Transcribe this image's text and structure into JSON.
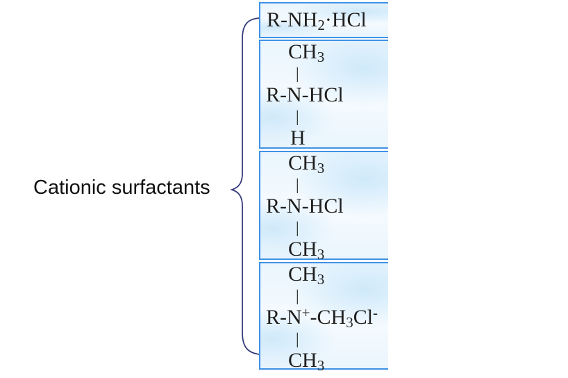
{
  "label": {
    "text": "Cationic surfactants"
  },
  "colors": {
    "background": "#ffffff",
    "box_border": "#3f92e6",
    "box_fill_base": "#eaf5fd",
    "box_fill_accent": "#cfe9fa",
    "brace_color": "#343a7b",
    "formula_text": "#1f1f1f",
    "label_text": "#101010"
  },
  "icons": {
    "brace": "left-curly-brace"
  },
  "boxes": [
    {
      "lines": [
        [
          {
            "t": "R-NH"
          },
          {
            "t": "2",
            "s": "sub"
          },
          {
            "t": "·HCl"
          }
        ]
      ]
    },
    {
      "lines": [
        [
          {
            "t": "CH"
          },
          {
            "t": "3",
            "s": "sub"
          }
        ],
        [
          {
            "t": "|"
          }
        ],
        [
          {
            "t": "R-N-HCl"
          }
        ],
        [
          {
            "t": "|"
          }
        ],
        [
          {
            "t": "H"
          }
        ]
      ]
    },
    {
      "lines": [
        [
          {
            "t": "CH"
          },
          {
            "t": "3",
            "s": "sub"
          }
        ],
        [
          {
            "t": "|"
          }
        ],
        [
          {
            "t": "R-N-HCl"
          }
        ],
        [
          {
            "t": "|"
          }
        ],
        [
          {
            "t": "CH"
          },
          {
            "t": "3",
            "s": "sub"
          }
        ]
      ]
    },
    {
      "lines": [
        [
          {
            "t": "CH"
          },
          {
            "t": "3",
            "s": "sub"
          }
        ],
        [
          {
            "t": "|"
          }
        ],
        [
          {
            "t": "R-N"
          },
          {
            "t": "+",
            "s": "sup"
          },
          {
            "t": "-CH"
          },
          {
            "t": "3",
            "s": "sub"
          },
          {
            "t": "Cl"
          },
          {
            "t": "-",
            "s": "sup"
          }
        ],
        [
          {
            "t": "|"
          }
        ],
        [
          {
            "t": "CH"
          },
          {
            "t": "3",
            "s": "sub"
          }
        ]
      ]
    }
  ]
}
